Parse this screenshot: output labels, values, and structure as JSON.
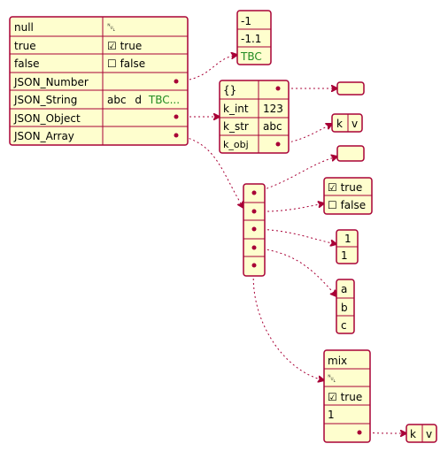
{
  "root": {
    "rows": [
      {
        "key": "null",
        "value": "␀"
      },
      {
        "key": "true",
        "value": "☑ true"
      },
      {
        "key": "false",
        "value": "☐ false"
      },
      {
        "key": "JSON_Number",
        "value": ""
      },
      {
        "key": "JSON_String",
        "value": "abc",
        "value_suffix": "d",
        "value_tbc": "TBC..."
      },
      {
        "key": "JSON_Object",
        "value": ""
      },
      {
        "key": "JSON_Array",
        "value": ""
      }
    ]
  },
  "number_list": {
    "items": [
      "-1",
      "-1.1",
      "TBC"
    ]
  },
  "object_table": {
    "rows": [
      {
        "key": "{}",
        "value": ""
      },
      {
        "key": "k_int",
        "value": "123"
      },
      {
        "key": "k_str",
        "value": "abc"
      },
      {
        "key": "k_obj",
        "value": ""
      }
    ]
  },
  "kv_box": {
    "k": "k",
    "v": "v"
  },
  "bool_list": {
    "items": [
      "☑ true",
      "☐ false"
    ]
  },
  "num_pair": {
    "items": [
      "1",
      "1"
    ]
  },
  "abc_list": {
    "items": [
      "a",
      "b",
      "c"
    ]
  },
  "mix_list": {
    "items": [
      "mix",
      "␀",
      "☑ true",
      "1",
      ""
    ]
  },
  "kv_box_2": {
    "k": "k",
    "v": "v"
  },
  "colors": {
    "border": "#A80036",
    "fill": "#FEFECE",
    "tbc": "#228B22"
  }
}
